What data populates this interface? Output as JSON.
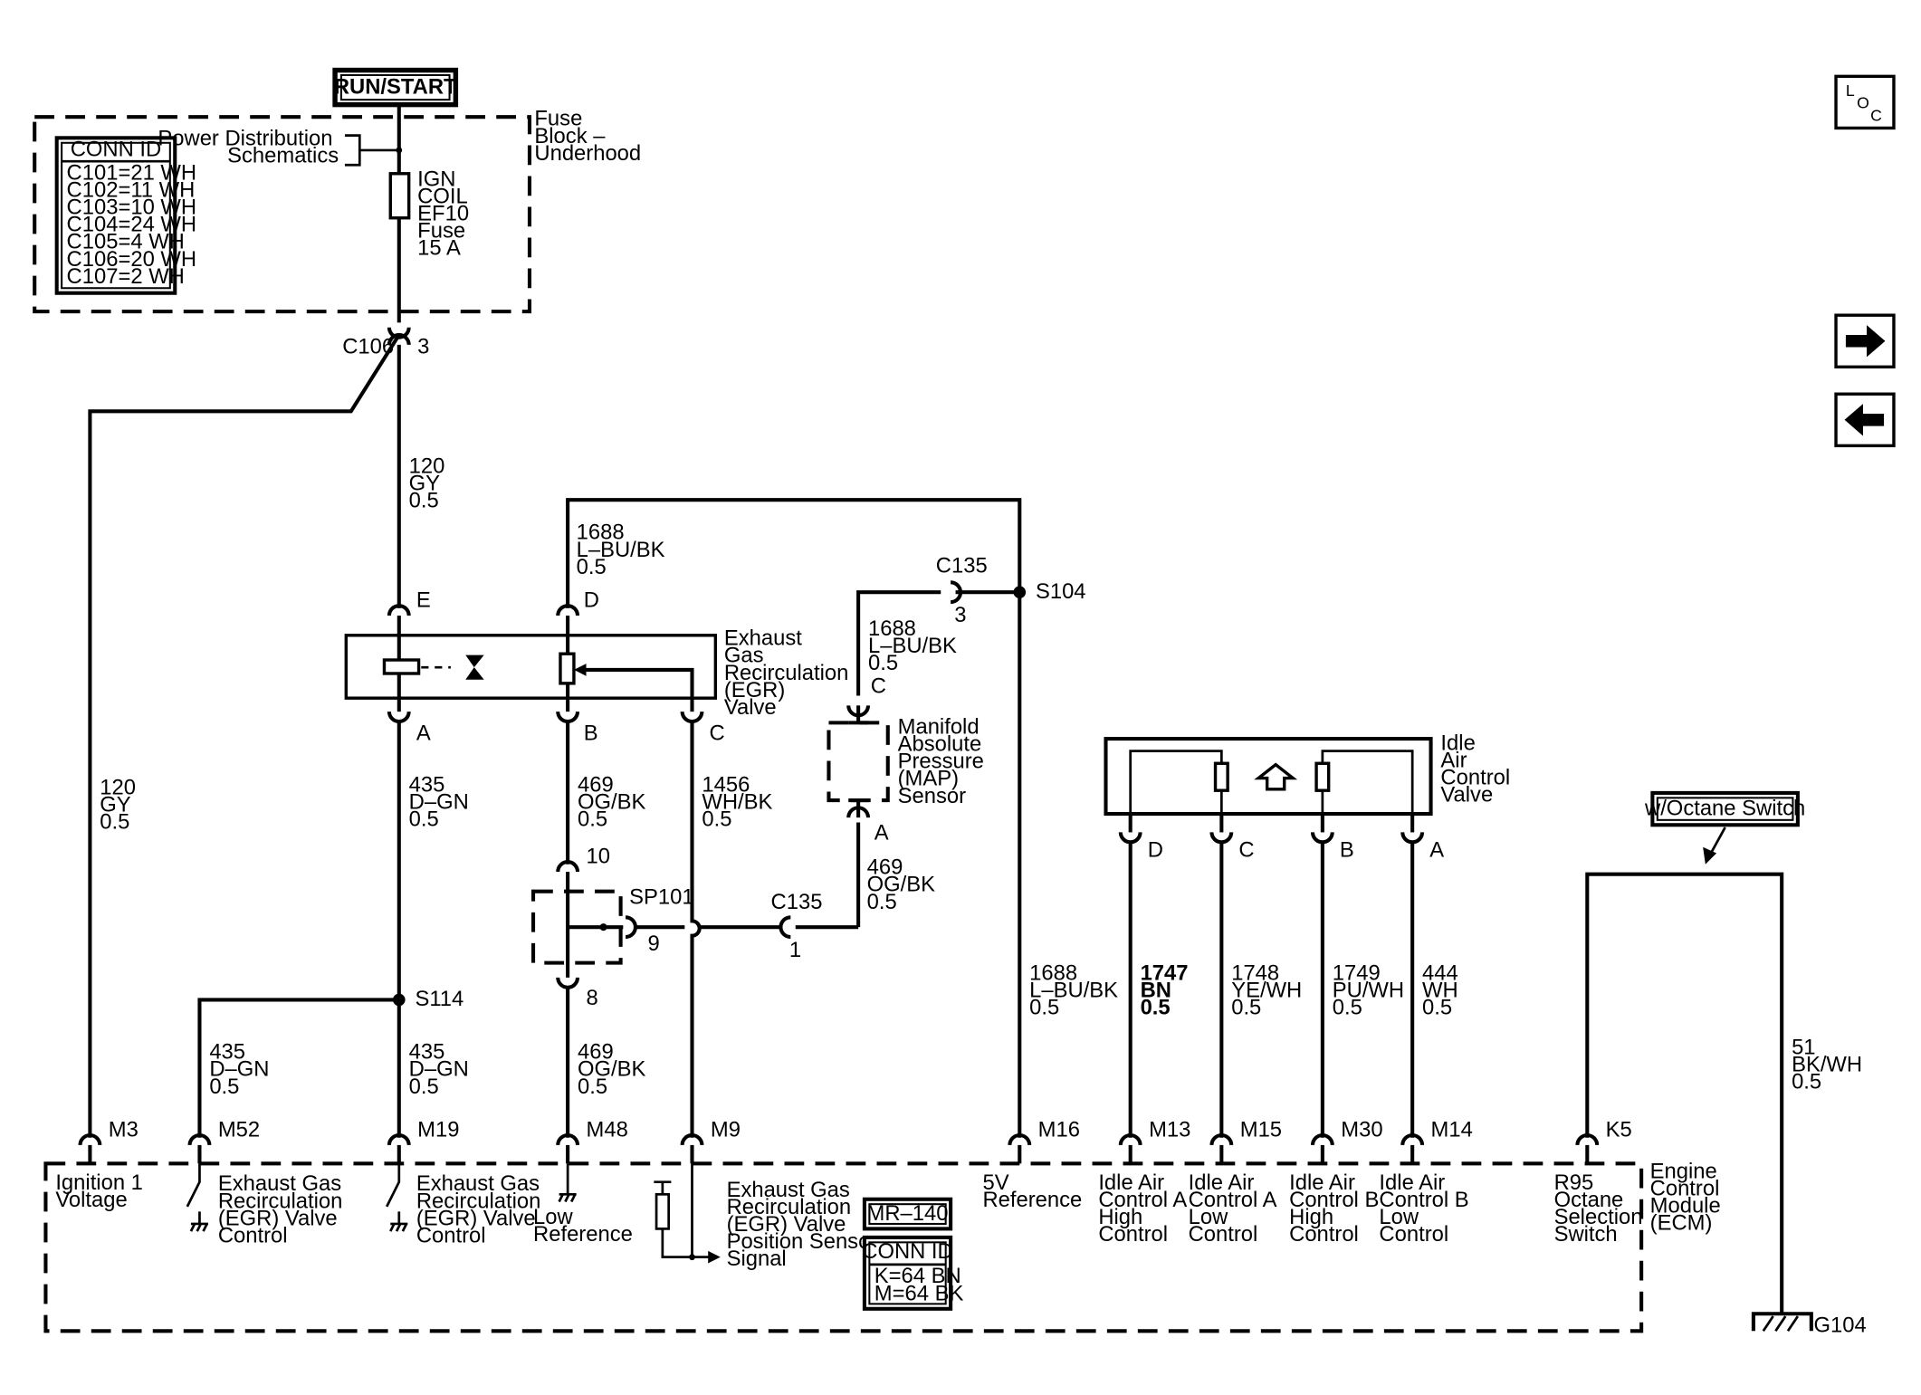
{
  "power": {
    "run_start": "RUN/START",
    "fuse_block_lines": [
      "Fuse",
      "Block –",
      "Underhood"
    ],
    "pds_lines": [
      "Power Distribution",
      "Schematics"
    ],
    "fuse_lines": [
      "IGN",
      "COIL",
      "EF10",
      "Fuse",
      "15 A"
    ],
    "conn_id_title": "CONN ID",
    "conn_id_rows": [
      "C101=21 WH",
      "C102=11 WH",
      "C103=10 WH",
      "C104=24 WH",
      "C105=4 WH",
      "C106=20 WH",
      "C107=2 WH"
    ],
    "c106_label": "C106",
    "c106_pin": "3"
  },
  "nav": {
    "loc_letters": [
      "L",
      "O",
      "C"
    ],
    "next_icon": "right-arrow-icon",
    "prev_icon": "left-arrow-icon"
  },
  "wires": {
    "w120_top": [
      "120",
      "GY",
      "0.5"
    ],
    "w120_left": [
      "120",
      "GY",
      "0.5"
    ],
    "w1688_top": [
      "1688",
      "L–BU/BK",
      "0.5"
    ],
    "w1688_map": [
      "1688",
      "L–BU/BK",
      "0.5"
    ],
    "w1688_right": [
      "1688",
      "L–BU/BK",
      "0.5"
    ],
    "w435_a": [
      "435",
      "D–GN",
      "0.5"
    ],
    "w435_m52": [
      "435",
      "D–GN",
      "0.5"
    ],
    "w435_m19": [
      "435",
      "D–GN",
      "0.5"
    ],
    "w469_b": [
      "469",
      "OG/BK",
      "0.5"
    ],
    "w469_low": [
      "469",
      "OG/BK",
      "0.5"
    ],
    "w469_map": [
      "469",
      "OG/BK",
      "0.5"
    ],
    "w1456": [
      "1456",
      "WH/BK",
      "0.5"
    ],
    "w1747": [
      "1747",
      "BN",
      "0.5"
    ],
    "w1748": [
      "1748",
      "YE/WH",
      "0.5"
    ],
    "w1749": [
      "1749",
      "PU/WH",
      "0.5"
    ],
    "w444": [
      "444",
      "WH",
      "0.5"
    ],
    "w51": [
      "51",
      "BK/WH",
      "0.5"
    ]
  },
  "egr": {
    "title_lines": [
      "Exhaust",
      "Gas",
      "Recirculation",
      "(EGR)",
      "Valve"
    ],
    "pins": {
      "e": "E",
      "d": "D",
      "a": "A",
      "b": "B",
      "c": "C"
    }
  },
  "map_sensor": {
    "title_lines": [
      "Manifold",
      "Absolute",
      "Pressure",
      "(MAP)",
      "Sensor"
    ],
    "pin_c": "C",
    "pin_a": "A"
  },
  "c135": {
    "top_label": "C135",
    "top_pin": "3",
    "bot_label": "C135",
    "bot_pin": "1"
  },
  "splices": {
    "s104": "S104",
    "s114": "S114",
    "sp101": "SP101",
    "sp101_pins": {
      "top": "10",
      "right": "9",
      "bottom": "8"
    }
  },
  "iac": {
    "title_lines": [
      "Idle",
      "Air",
      "Control",
      "Valve"
    ],
    "pins": {
      "d": "D",
      "c": "C",
      "b": "B",
      "a": "A"
    }
  },
  "octane": {
    "label": "w/Octane Switch"
  },
  "ground": {
    "label": "G104"
  },
  "ecm": {
    "title_lines": [
      "Engine",
      "Control",
      "Module",
      "(ECM)"
    ],
    "pins": {
      "m3": "M3",
      "m52": "M52",
      "m19": "M19",
      "m48": "M48",
      "m9": "M9",
      "m16": "M16",
      "m13": "M13",
      "m15": "M15",
      "m30": "M30",
      "m14": "M14",
      "k5": "K5"
    },
    "desc_m3": [
      "Ignition 1",
      "Voltage"
    ],
    "desc_m52": [
      "Exhaust Gas",
      "Recirculation",
      "(EGR) Valve",
      "Control"
    ],
    "desc_m19": [
      "Exhaust Gas",
      "Recirculation",
      "(EGR) Valve",
      "Control"
    ],
    "desc_m48": [
      "Low",
      "Reference"
    ],
    "desc_m9": [
      "Exhaust Gas",
      "Recirculation",
      "(EGR) Valve",
      "Position Sensor",
      "Signal"
    ],
    "desc_m16": [
      "5V",
      "Reference"
    ],
    "desc_m13": [
      "Idle Air",
      "Control A",
      "High",
      "Control"
    ],
    "desc_m15": [
      "Idle Air",
      "Control A",
      "Low",
      "Control"
    ],
    "desc_m30": [
      "Idle Air",
      "Control B",
      "High",
      "Control"
    ],
    "desc_m14": [
      "Idle Air",
      "Control B",
      "Low",
      "Control"
    ],
    "desc_k5": [
      "R95",
      "Octane",
      "Selection",
      "Switch"
    ],
    "mr_label": "MR–140",
    "conn_id_title": "CONN ID",
    "conn_id_rows": [
      "K=64 BN",
      "M=64 BK"
    ]
  }
}
